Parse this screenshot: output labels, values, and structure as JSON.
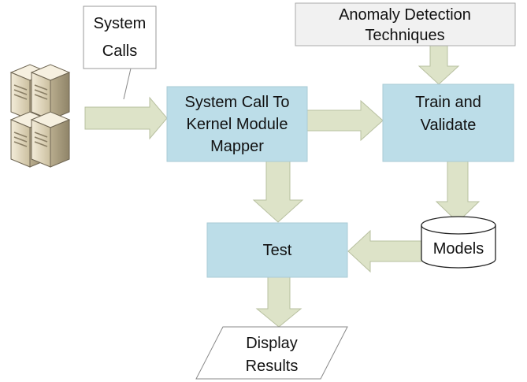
{
  "nodes": {
    "system_calls": {
      "line1": "System",
      "line2": "Calls"
    },
    "anomaly": {
      "line1": "Anomaly Detection",
      "line2": "Techniques"
    },
    "mapper": {
      "line1": "System Call To",
      "line2": "Kernel Module",
      "line3": "Mapper"
    },
    "train": {
      "line1": "Train and",
      "line2": "Validate"
    },
    "test": {
      "label": "Test"
    },
    "models": {
      "label": "Models"
    },
    "display": {
      "line1": "Display",
      "line2": "Results"
    }
  },
  "colors": {
    "process_fill": "#bcdde8",
    "anomaly_fill": "#f1f1f1",
    "arrow_fill": "#dde3c8",
    "arrow_stroke": "#b8c0a0",
    "server_fill": "#e9dfc6"
  }
}
